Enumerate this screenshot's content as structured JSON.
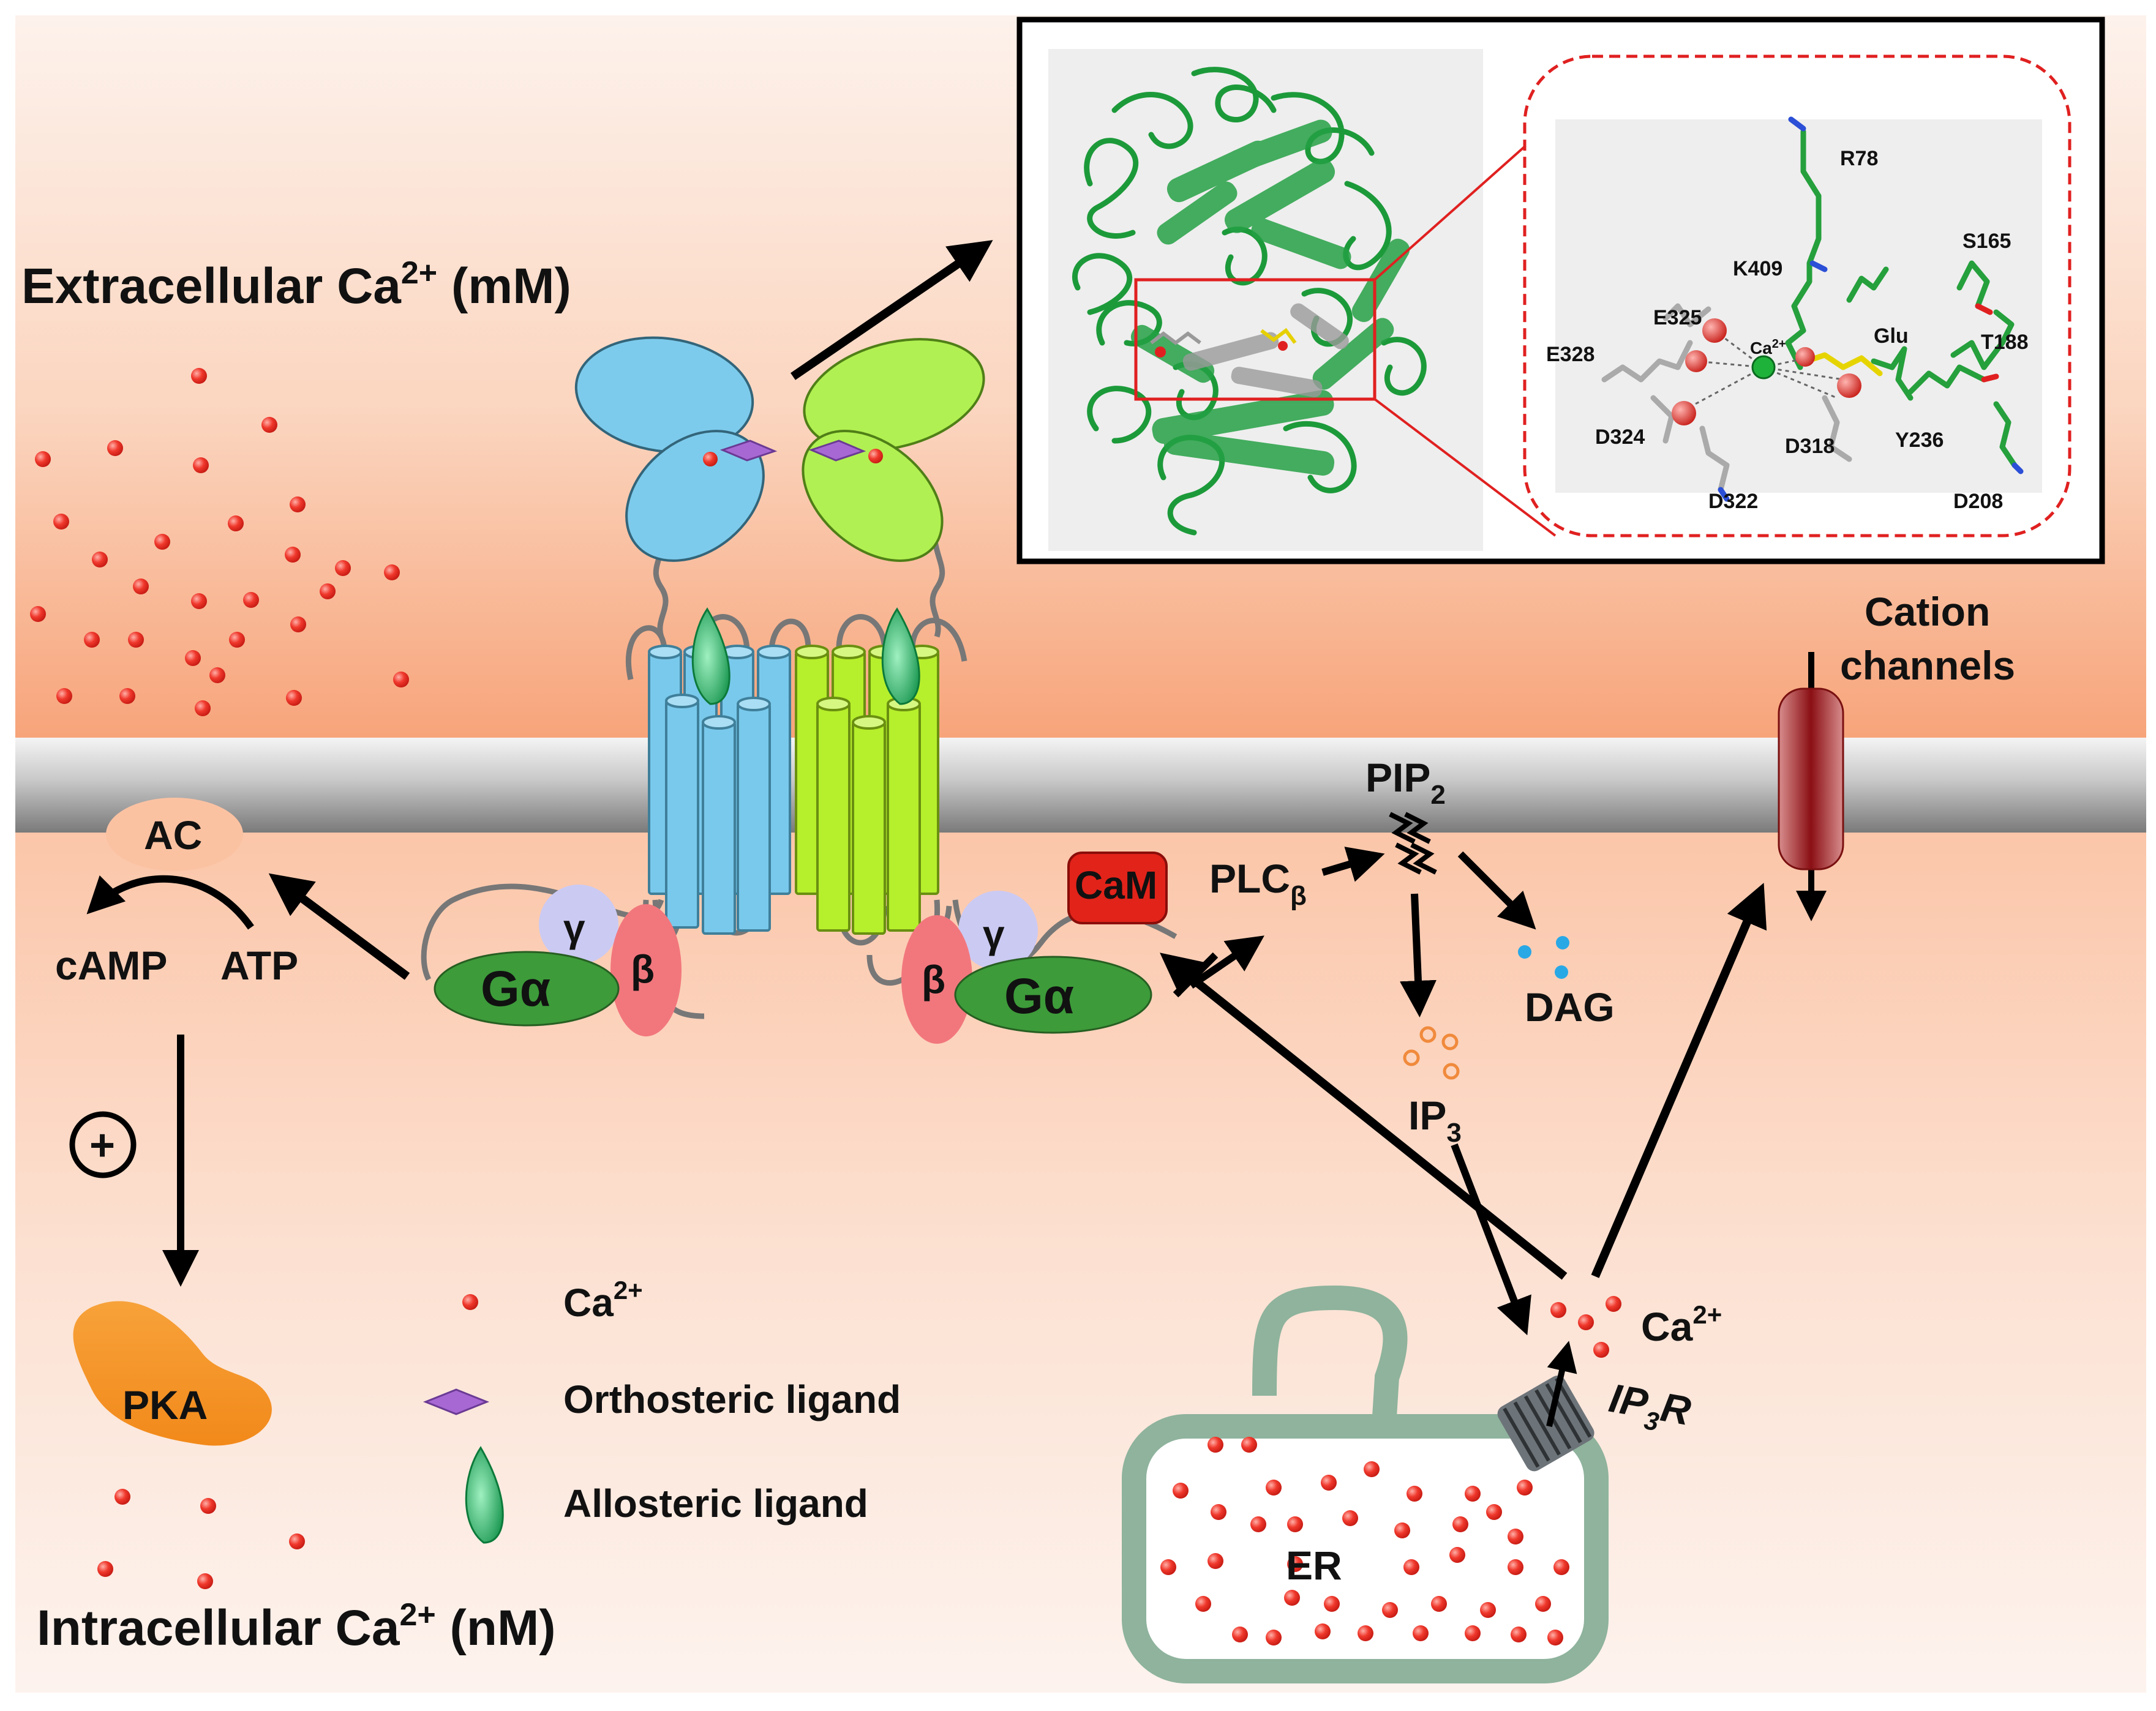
{
  "labels": {
    "extracellular": "Extracellular Ca",
    "extracellular_sup": "2+",
    "extracellular_unit": " (mM)",
    "intracellular": "Intracellular Ca",
    "intracellular_sup": "2+",
    "intracellular_unit": " (nM)",
    "cation_line1": "Cation",
    "cation_line2": "channels",
    "ac": "AC",
    "camp": "cAMP",
    "atp": "ATP",
    "plus": "+",
    "pka": "PKA",
    "gamma": "γ",
    "beta": "β",
    "galpha": "Gα",
    "cam": "CaM",
    "plc": "PLC",
    "plc_sub": "β",
    "pip": "PIP",
    "pip_sub": "2",
    "dag": "DAG",
    "ip3": "IP",
    "ip3_sub": "3",
    "ca_er": "Ca",
    "ca_er_sup": "2+",
    "ip3r_a": "IP",
    "ip3r_sub": "3",
    "ip3r_b": "R",
    "er": "ER"
  },
  "legend": {
    "ca": "Ca",
    "ca_sup": "2+",
    "orthosteric": "Orthosteric ligand",
    "allosteric": "Allosteric ligand"
  },
  "inset": {
    "residues": [
      "R78",
      "S165",
      "K409",
      "E325",
      "Glu",
      "T188",
      "E328",
      "D324",
      "D318",
      "Y236",
      "D322",
      "D208"
    ],
    "ca_label": "Ca",
    "ca_sup": "2+"
  },
  "colors": {
    "extracellular_top": "#fbe7dc",
    "extracellular_bottom": "#f7a77b",
    "intracellular_top": "#fbc8ab",
    "intracellular_bottom": "#fdf1ea",
    "membrane": "#b5b5b5",
    "receptor_left": "#7dcbec",
    "receptor_right": "#b4ee43",
    "calcium": "#ee2d22",
    "galpha": "#3d9b3a",
    "gamma": "#c9c8f2",
    "beta": "#f2797f",
    "cam": "#e2231a",
    "pka": "#f5961e",
    "er": "#8fb39d",
    "dag": "#29a8e6",
    "ip3": "#f08a3c",
    "orthosteric": "#9b59c6",
    "allosteric": "#1fa05a",
    "protein": "#1c9a3a"
  }
}
